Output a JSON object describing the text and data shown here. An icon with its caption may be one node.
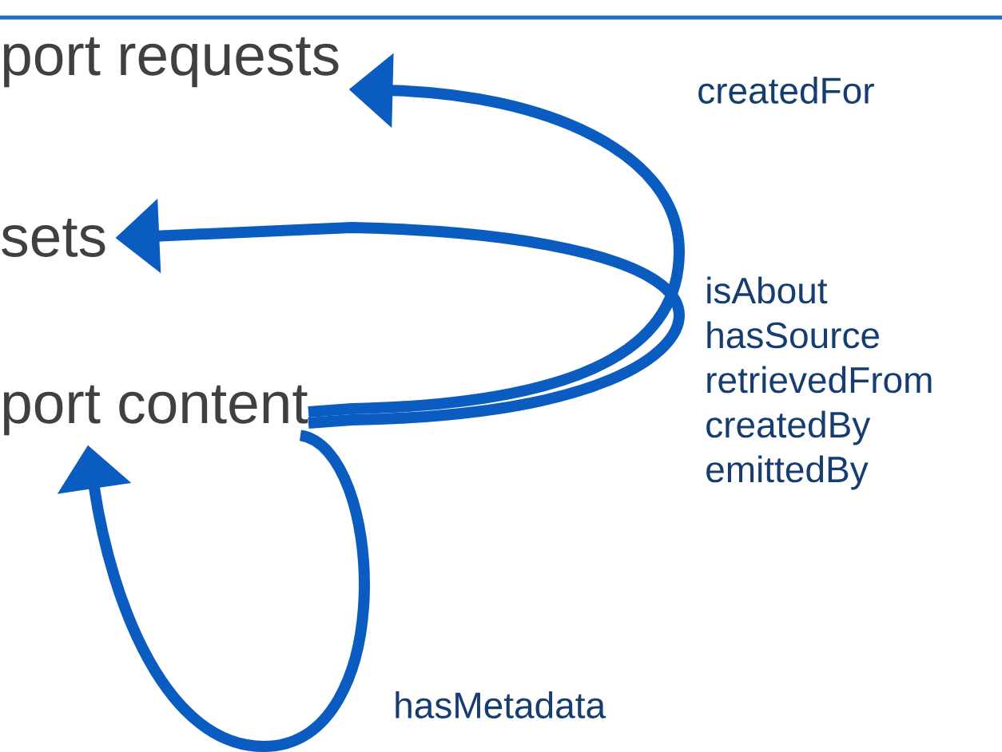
{
  "diagram": {
    "nodes": [
      {
        "text": [
          "port requests"
        ]
      },
      {
        "text": [
          "sets"
        ]
      },
      {
        "text": [
          "port content"
        ]
      }
    ],
    "edges": [
      {
        "from": 2,
        "to": 0,
        "arrow": "to",
        "label": "createdFor"
      },
      {
        "from": 2,
        "to": 1,
        "arrow": "to",
        "label": "isAbout hasSource retrievedFrom createdBy emittedBy"
      },
      {
        "from": 2,
        "to": 2,
        "arrow": "to",
        "label": "hasMetadata"
      }
    ]
  }
}
